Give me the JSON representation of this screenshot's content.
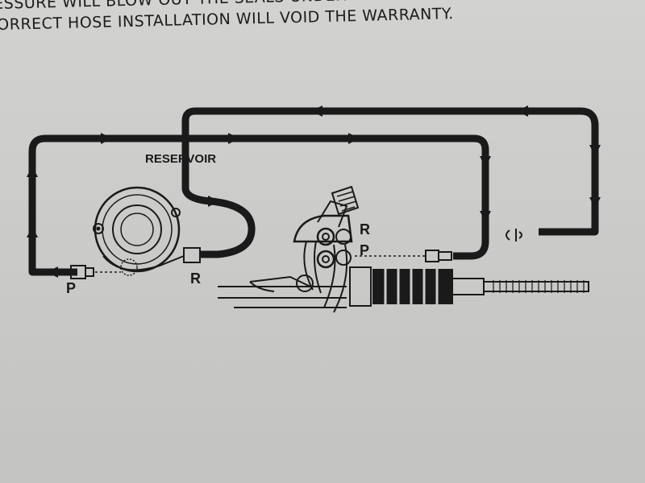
{
  "warning": {
    "line1": "ESSURE WILL BLOW OUT THE SEALS UNDER THE BOOTS AND CAUSE",
    "line2": "ORRECT HOSE INSTALLATION WILL VOID THE WARRANTY."
  },
  "diagram": {
    "reservoir_label": "RESERVOIR",
    "pump_pressure_label": "P",
    "pump_return_label": "R",
    "rack_return_label": "R",
    "rack_pressure_label": "P"
  },
  "colors": {
    "paper": "#cbcbc9",
    "ink": "#1a1a1a"
  }
}
